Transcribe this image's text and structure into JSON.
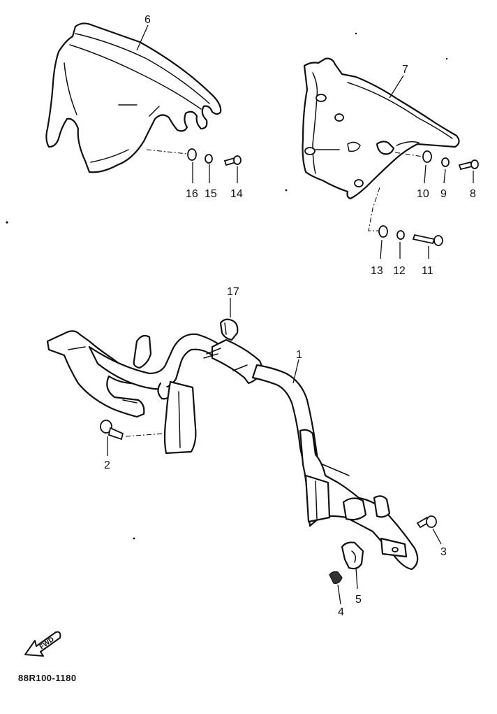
{
  "diagram": {
    "reference_code": "88R100-1180",
    "direction_arrow_label": "FWD",
    "callouts": [
      "1",
      "2",
      "3",
      "4",
      "5",
      "6",
      "7",
      "8",
      "9",
      "10",
      "11",
      "12",
      "13",
      "14",
      "15",
      "16",
      "17"
    ]
  }
}
